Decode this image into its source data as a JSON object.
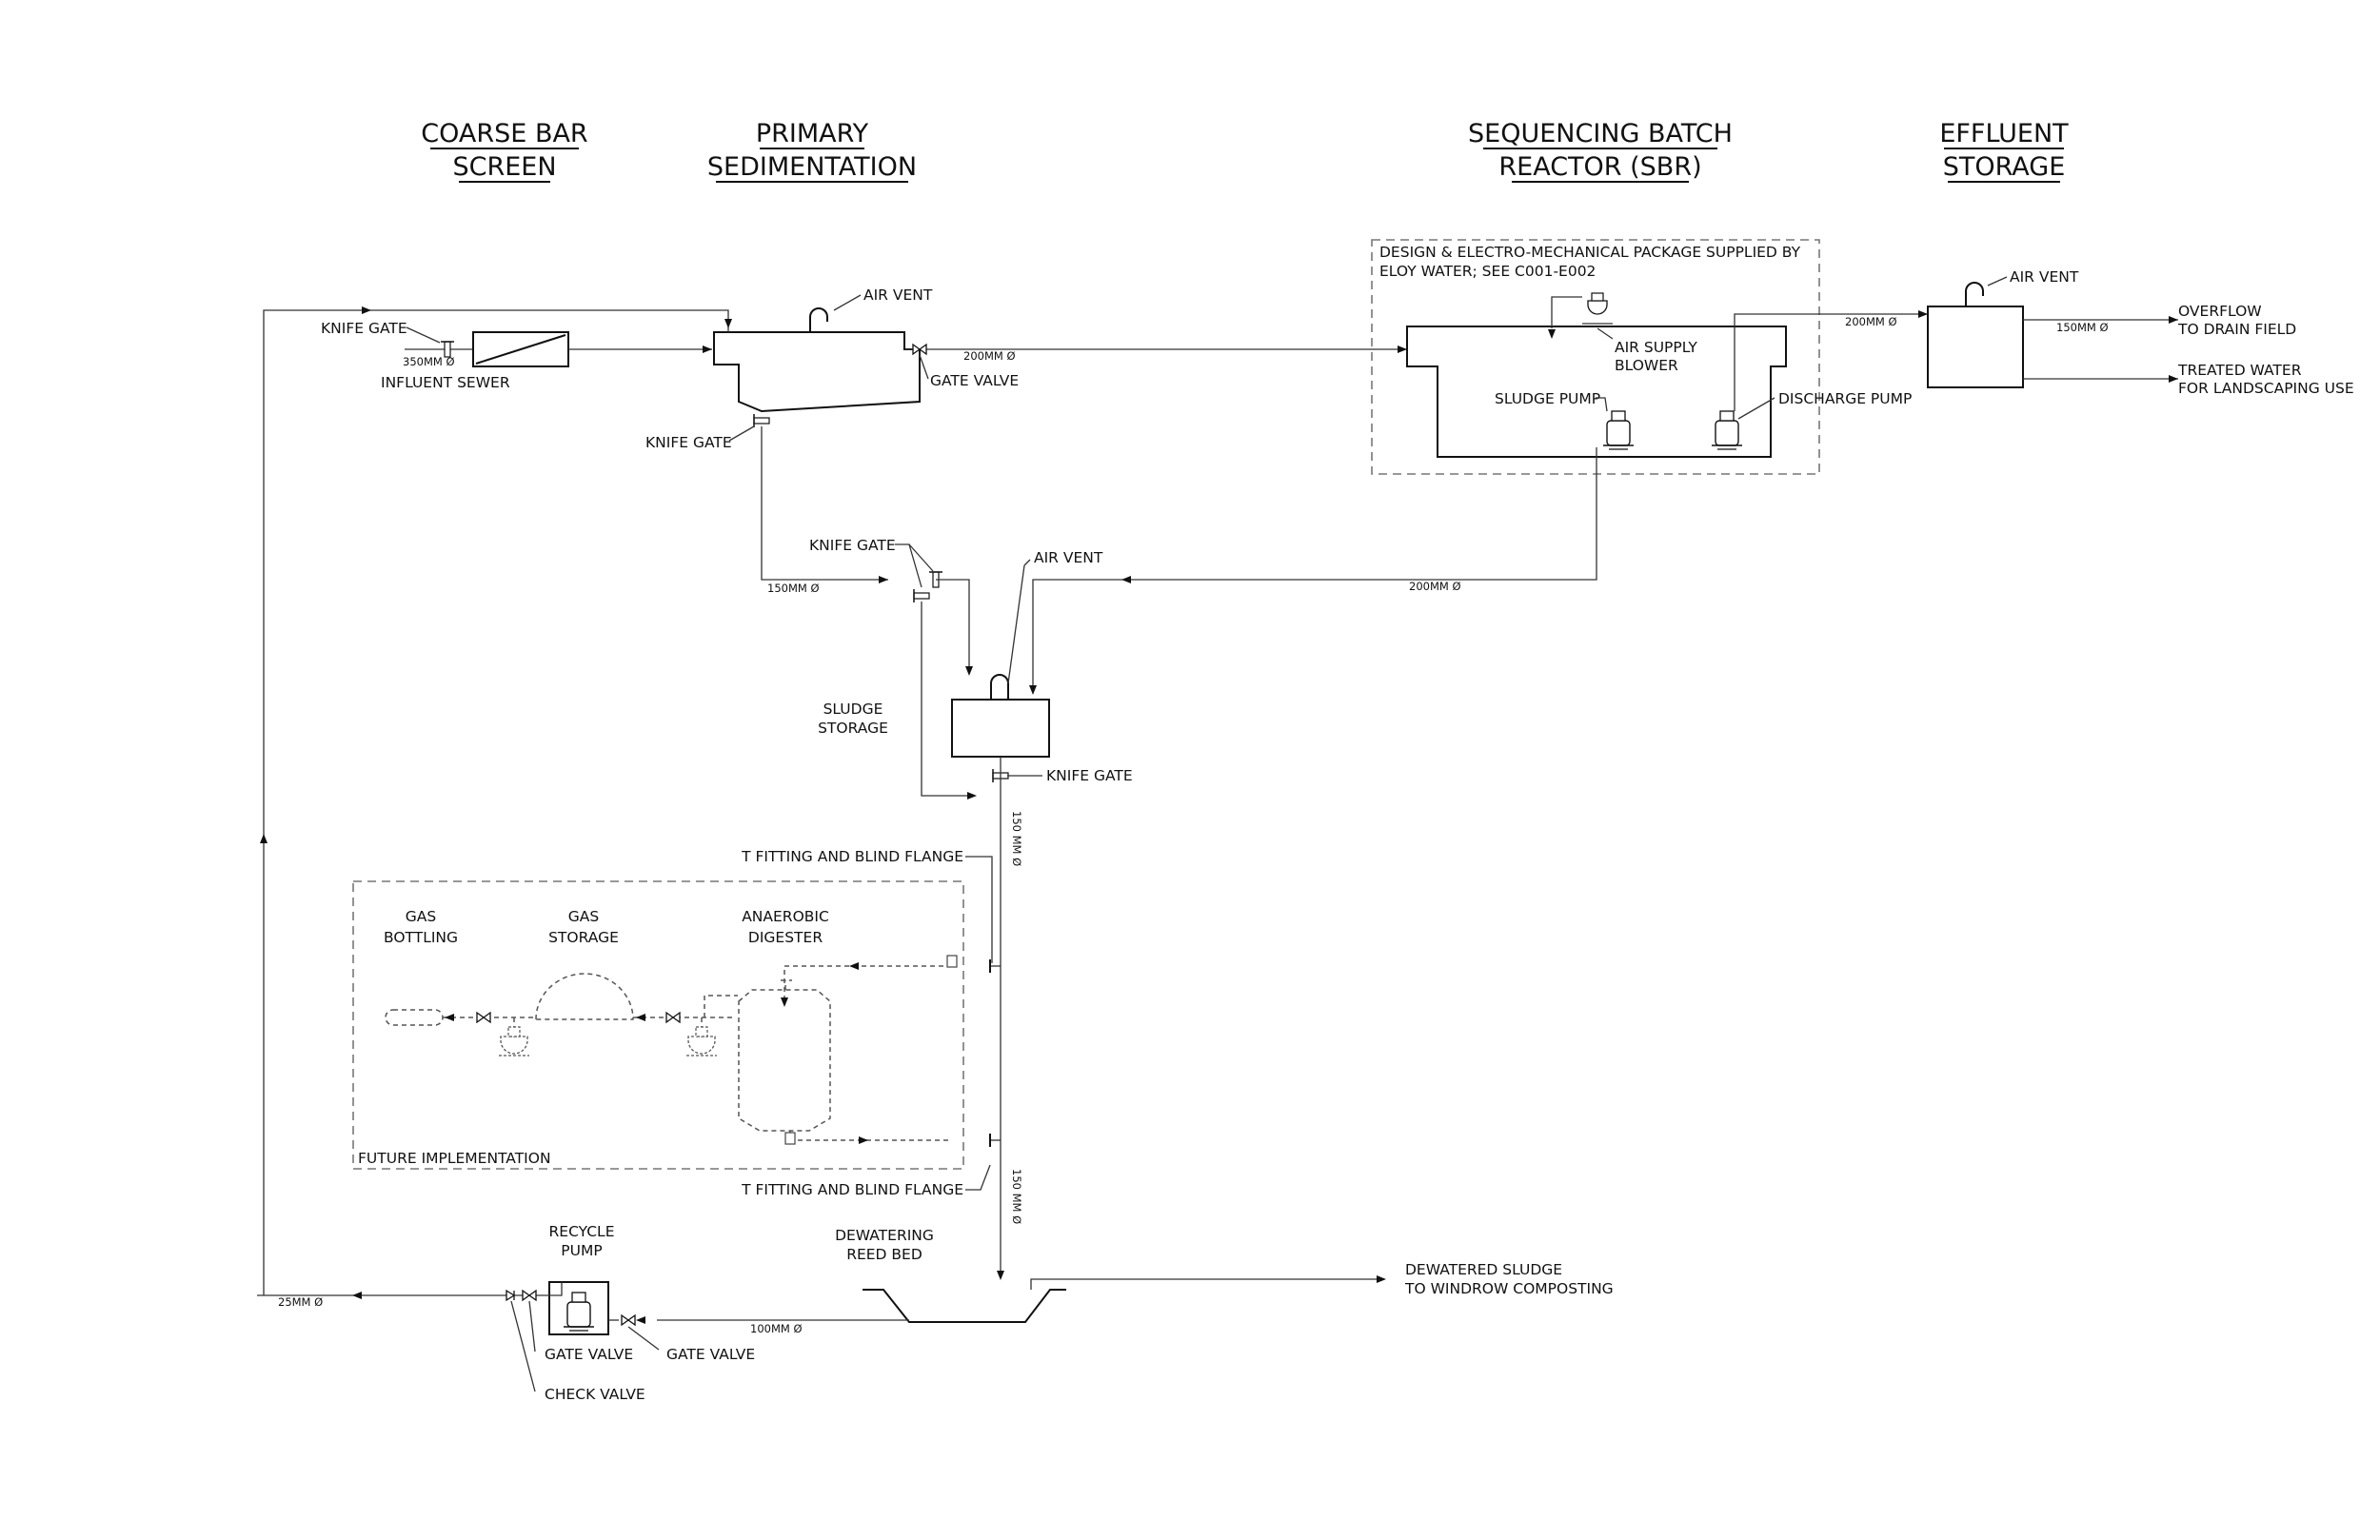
{
  "headers": {
    "coarse_bar_screen": [
      "COARSE BAR",
      "SCREEN"
    ],
    "primary_sedimentation": [
      "PRIMARY",
      "SEDIMENTATION"
    ],
    "sbr": [
      "SEQUENCING BATCH",
      "REACTOR (SBR)"
    ],
    "effluent_storage": [
      "EFFLUENT",
      "STORAGE"
    ]
  },
  "labels": {
    "knife_gate": "KNIFE GATE",
    "air_vent": "AIR VENT",
    "gate_valve": "GATE VALVE",
    "check_valve": "CHECK VALVE",
    "influent_sewer": "INFLUENT SEWER",
    "sbr_note": [
      "DESIGN & ELECTRO-MECHANICAL PACKAGE SUPPLIED BY",
      "ELOY WATER; SEE C001-E002"
    ],
    "air_supply_blower": [
      "AIR SUPPLY",
      "BLOWER"
    ],
    "sludge_pump": "SLUDGE PUMP",
    "discharge_pump": "DISCHARGE PUMP",
    "overflow": [
      "OVERFLOW",
      "TO DRAIN FIELD"
    ],
    "treated_water": [
      "TREATED WATER",
      "FOR LANDSCAPING USE"
    ],
    "sludge_storage": [
      "SLUDGE",
      "STORAGE"
    ],
    "t_fitting": "T FITTING AND BLIND FLANGE",
    "gas_bottling": [
      "GAS",
      "BOTTLING"
    ],
    "gas_storage": [
      "GAS",
      "STORAGE"
    ],
    "anaerobic_digester": [
      "ANAEROBIC",
      "DIGESTER"
    ],
    "future_implementation": "FUTURE IMPLEMENTATION",
    "recycle_pump": [
      "RECYCLE",
      "PUMP"
    ],
    "dewatering_reed_bed": [
      "DEWATERING",
      "REED BED"
    ],
    "dewatered_sludge": [
      "DEWATERED SLUDGE",
      "TO WINDROW COMPOSTING"
    ]
  },
  "pipe_sizes": {
    "influent": "350MM Ø",
    "primary_to_sbr": "200MM Ø",
    "sbr_to_effluent": "200MM Ø",
    "overflow": "150MM Ø",
    "primary_sludge": "150MM Ø",
    "sbr_sludge": "200MM Ø",
    "storage_down": "150 MM Ø",
    "digester_down": "150 MM Ø",
    "reed_bed_out": "100MM Ø",
    "recycle_return": "25MM Ø"
  }
}
